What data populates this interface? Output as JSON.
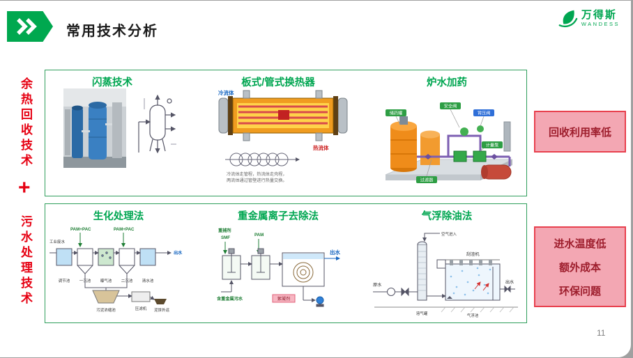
{
  "header": {
    "title": "常用技术分析"
  },
  "logo": {
    "name": "万得斯",
    "sub": "WANDESS"
  },
  "left_rail": {
    "top": "余热回收技术",
    "plus": "+",
    "bottom": "污水处理技术"
  },
  "page": {
    "number": "11"
  },
  "callouts": {
    "top": {
      "line1": "回收利用率低"
    },
    "bottom": {
      "line1": "进水温度低",
      "line2": "额外成本",
      "line3": "环保问题"
    }
  },
  "heat": {
    "flash": {
      "title": "闪蒸技术"
    },
    "exchanger": {
      "title": "板式/管式换热器",
      "cold_label": "冷流体",
      "hot_label": "热流体",
      "caption1": "冷流体走管程，热流体走壳程，",
      "caption2": "两流体通过管壁进行热量交换。"
    },
    "dosing": {
      "title": "炉水加药",
      "labels": [
        "储药罐",
        "安全阀",
        "背压阀",
        "计量泵",
        "过滤器"
      ]
    }
  },
  "waste": {
    "bio": {
      "title": "生化处理法",
      "inlet": "工业废水",
      "dose1": "PAM+PAC",
      "dose2": "PAM+PAC",
      "tanks": [
        "调节池",
        "一沉池",
        "曝气池",
        "二沉池",
        "清水池"
      ],
      "sludge": [
        "污泥浓缩池",
        "压滤机",
        "泥饼外运"
      ],
      "outlet": "出水"
    },
    "metal": {
      "title": "重金属离子去除法",
      "reagent1": "重捕剂",
      "reagent2": "SMF",
      "reagent3": "PAM",
      "inlet": "含重金属污水",
      "outlet": "出水",
      "chip": "絮凝剂"
    },
    "flotation": {
      "title": "气浮除油法",
      "inlet": "原水",
      "air": "空气进入",
      "column": "溶气罐",
      "scraper": "刮渣机",
      "tank": "气浮池",
      "outlet": "出水"
    }
  }
}
